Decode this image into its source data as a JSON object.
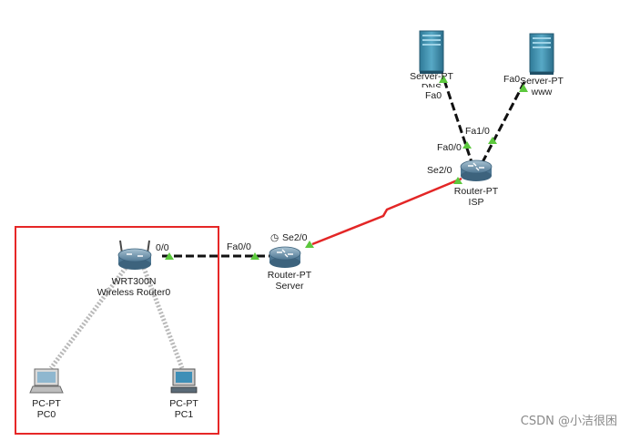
{
  "devices": {
    "server_dns": {
      "type": "Server-PT",
      "name": "DNS"
    },
    "server_www": {
      "type": "Server-PT",
      "name": "www"
    },
    "router_isp": {
      "type": "Router-PT",
      "name": "ISP"
    },
    "router_server": {
      "type": "Router-PT",
      "name": "Server"
    },
    "wireless_router": {
      "type": "WRT300N",
      "name": "Wireless Router0"
    },
    "pc0": {
      "type": "PC-PT",
      "name": "PC0"
    },
    "pc1": {
      "type": "PC-PT",
      "name": "PC1"
    }
  },
  "ports": {
    "dns_fa0": "Fa0",
    "www_fa0": "Fa0",
    "isp_fa1_0": "Fa1/0",
    "isp_fa0_0": "Fa0/0",
    "isp_se2_0": "Se2/0",
    "server_se2_0": "Se2/0",
    "server_fa0_0": "Fa0/0",
    "wrt_0_0": "0/0"
  },
  "links": [
    {
      "from": "server_dns",
      "to": "router_isp",
      "style": "copper-straight-through"
    },
    {
      "from": "server_www",
      "to": "router_isp",
      "style": "copper-straight-through"
    },
    {
      "from": "router_isp",
      "to": "router_server",
      "style": "serial-dce"
    },
    {
      "from": "router_server",
      "to": "wireless_router",
      "style": "copper-straight-through"
    },
    {
      "from": "wireless_router",
      "to": "pc0",
      "style": "wireless"
    },
    {
      "from": "wireless_router",
      "to": "pc1",
      "style": "wireless"
    }
  ],
  "colors": {
    "serial_link": "#e32626",
    "ethernet_link": "#111111",
    "wireless_link": "#b9b9b9",
    "port_up": "#5cc83d",
    "selection_box": "#e62727",
    "server_body": "#3f8fae",
    "router_body": "#7da2b8"
  },
  "watermark": "CSDN @小洁很困"
}
